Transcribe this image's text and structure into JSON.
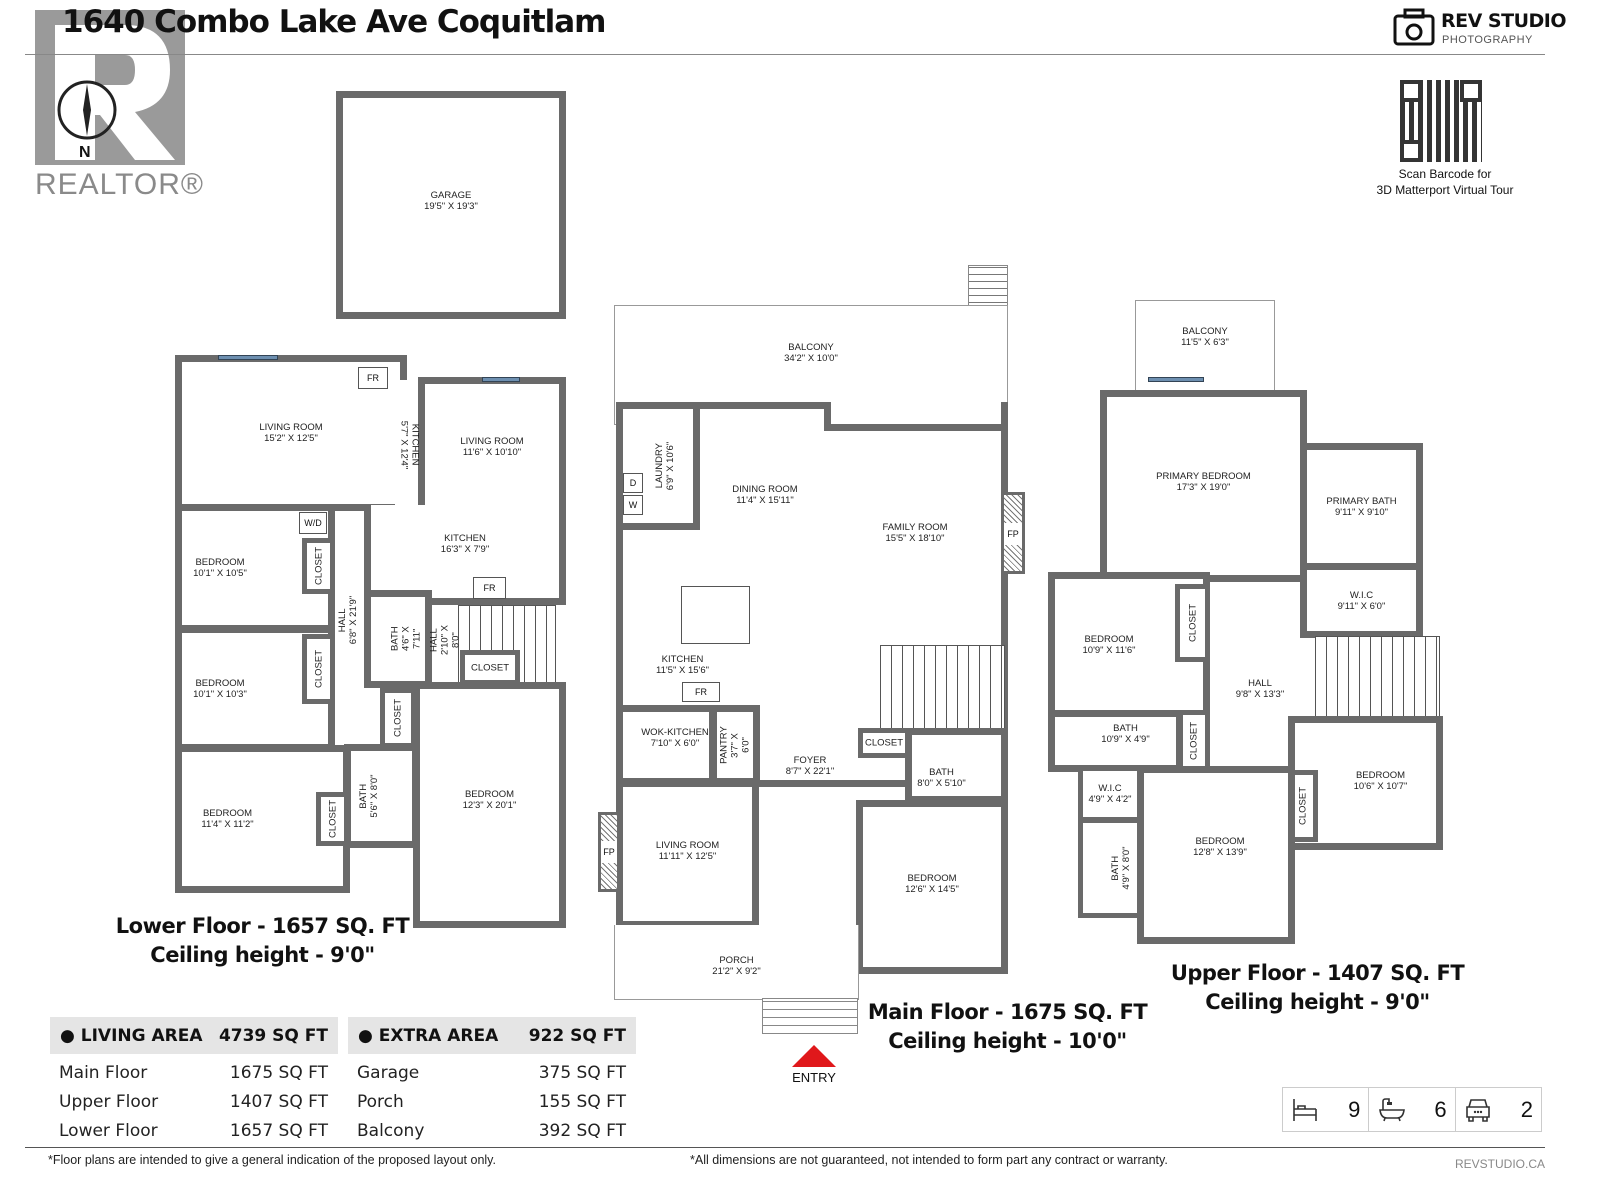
{
  "header": {
    "title": "1640 Combo Lake Ave Coquitlam",
    "brand_name": "REV STUDIO",
    "brand_sub": "PHOTOGRAPHY",
    "realtor": "REALTOR®",
    "compass": "N"
  },
  "qr": {
    "line1": "Scan Barcode for",
    "line2": "3D Matterport Virtual Tour"
  },
  "garage": {
    "name": "GARAGE",
    "dim": "19'5\" x 19'3\""
  },
  "lower": {
    "title": "Lower Floor - 1657 SQ. FT",
    "ceiling": "Ceiling height - 9'0\"",
    "rooms": [
      {
        "name": "LIVING ROOM",
        "dim": "15'2\" x 12'5\""
      },
      {
        "name": "KITCHEN",
        "dim": "5'7\" x 12'4\""
      },
      {
        "name": "LIVING ROOM",
        "dim": "11'6\" x 10'10\""
      },
      {
        "name": "KITCHEN",
        "dim": "16'3\" x 7'9\""
      },
      {
        "name": "BEDROOM",
        "dim": "10'1\" x 10'5\""
      },
      {
        "name": "BEDROOM",
        "dim": "10'1\" x 10'3\""
      },
      {
        "name": "BEDROOM",
        "dim": "11'4\" x 11'2\""
      },
      {
        "name": "HALL",
        "dim": "6'8\" x 21'9\""
      },
      {
        "name": "BATH",
        "dim": "4'6\" x 7'11\""
      },
      {
        "name": "HALL",
        "dim": "2'10\" x 8'0\""
      },
      {
        "name": "BATH",
        "dim": "5'6\" x 8'0\""
      },
      {
        "name": "BEDROOM",
        "dim": "12'3\" x 20'1\""
      }
    ],
    "closet": "CLOSET",
    "fr": "FR",
    "wd": "W/D"
  },
  "main": {
    "title": "Main Floor - 1675 SQ. FT",
    "ceiling": "Ceiling height - 10'0\"",
    "rooms": [
      {
        "name": "BALCONY",
        "dim": "34'2\" x 10'0\""
      },
      {
        "name": "LAUNDRY",
        "dim": "6'9\" x 10'6\""
      },
      {
        "name": "DINING ROOM",
        "dim": "11'4\" x 15'11\""
      },
      {
        "name": "FAMILY ROOM",
        "dim": "15'5\" x 18'10\""
      },
      {
        "name": "KITCHEN",
        "dim": "11'5\" x 15'6\""
      },
      {
        "name": "WOK-KITCHEN",
        "dim": "7'10\" x 6'0\""
      },
      {
        "name": "PANTRY",
        "dim": "3'7\" x 6'0\""
      },
      {
        "name": "FOYER",
        "dim": "8'7\" x 22'1\""
      },
      {
        "name": "BATH",
        "dim": "8'0\" x 5'10\""
      },
      {
        "name": "LIVING ROOM",
        "dim": "11'11\" x 12'5\""
      },
      {
        "name": "BEDROOM",
        "dim": "12'6\" x 14'5\""
      },
      {
        "name": "PORCH",
        "dim": "21'2\" x 9'2\""
      }
    ],
    "closet": "CLOSET",
    "fp": "FP",
    "fr": "FR",
    "d": "D",
    "w": "W",
    "entry": "ENTRY"
  },
  "upper": {
    "title": "Upper Floor - 1407 SQ. FT",
    "ceiling": "Ceiling height - 9'0\"",
    "rooms": [
      {
        "name": "BALCONY",
        "dim": "11'5\" x 6'3\""
      },
      {
        "name": "PRIMARY BEDROOM",
        "dim": "17'3\" x 19'0\""
      },
      {
        "name": "PRIMARY BATH",
        "dim": "9'11\" x 9'10\""
      },
      {
        "name": "W.I.C",
        "dim": "9'11\" x 6'0\""
      },
      {
        "name": "BEDROOM",
        "dim": "10'9\" x 11'6\""
      },
      {
        "name": "HALL",
        "dim": "9'8\" x 13'3\""
      },
      {
        "name": "BATH",
        "dim": "10'9\" x 4'9\""
      },
      {
        "name": "BEDROOM",
        "dim": "10'6\" x 10'7\""
      },
      {
        "name": "W.I.C",
        "dim": "4'9\" x 4'2\""
      },
      {
        "name": "BATH",
        "dim": "4'9\" x 8'0\""
      },
      {
        "name": "BEDROOM",
        "dim": "12'8\" x 13'9\""
      }
    ],
    "closet": "CLOSET"
  },
  "living_area": {
    "label": "LIVING AREA",
    "total": "4739 SQ FT",
    "rows": [
      {
        "name": "Main Floor",
        "value": "1675 SQ FT"
      },
      {
        "name": "Upper Floor",
        "value": "1407 SQ FT"
      },
      {
        "name": "Lower Floor",
        "value": "1657 SQ FT"
      }
    ]
  },
  "extra_area": {
    "label": "EXTRA AREA",
    "total": "922 SQ FT",
    "rows": [
      {
        "name": "Garage",
        "value": "375 SQ FT"
      },
      {
        "name": "Porch",
        "value": "155 SQ FT"
      },
      {
        "name": "Balcony",
        "value": "392 SQ FT"
      }
    ]
  },
  "stats": {
    "bedrooms": "9",
    "bathrooms": "6",
    "garage": "2"
  },
  "footer": {
    "note_left": "*Floor plans are intended to give a general indication of the proposed layout only.",
    "note_right": "*All dimensions are not guaranteed, not intended to form part any contract or warranty.",
    "site": "REVSTUDIO.CA"
  },
  "colors": {
    "wall": "#6a6a6a",
    "window": "#6d8fb0",
    "entry_arrow": "#e0181b",
    "table_header": "#e5e5e5"
  }
}
